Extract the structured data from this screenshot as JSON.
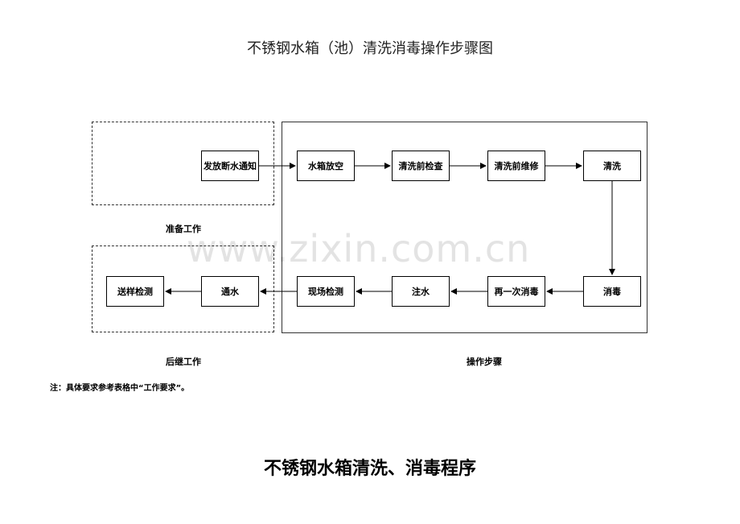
{
  "title": "不锈钢水箱（池）清洗消毒操作步骤图",
  "watermark": "www.zixin.com.cn",
  "groups": {
    "prep": "准备工作",
    "followup": "后继工作",
    "operation": "操作步骤"
  },
  "nodes": {
    "notice": "发放断水通知",
    "drain": "水箱放空",
    "inspect": "清洗前检查",
    "repair": "清洗前维修",
    "clean": "清洗",
    "disinfect": "消毒",
    "redisinfect": "再一次消毒",
    "fill": "注水",
    "onsite_test": "现场检测",
    "water_on": "通水",
    "sample_test": "送样检测"
  },
  "note": "注：具体要求参考表格中“工作要求”。",
  "subtitle": "不锈钢水箱清洗、消毒程序"
}
